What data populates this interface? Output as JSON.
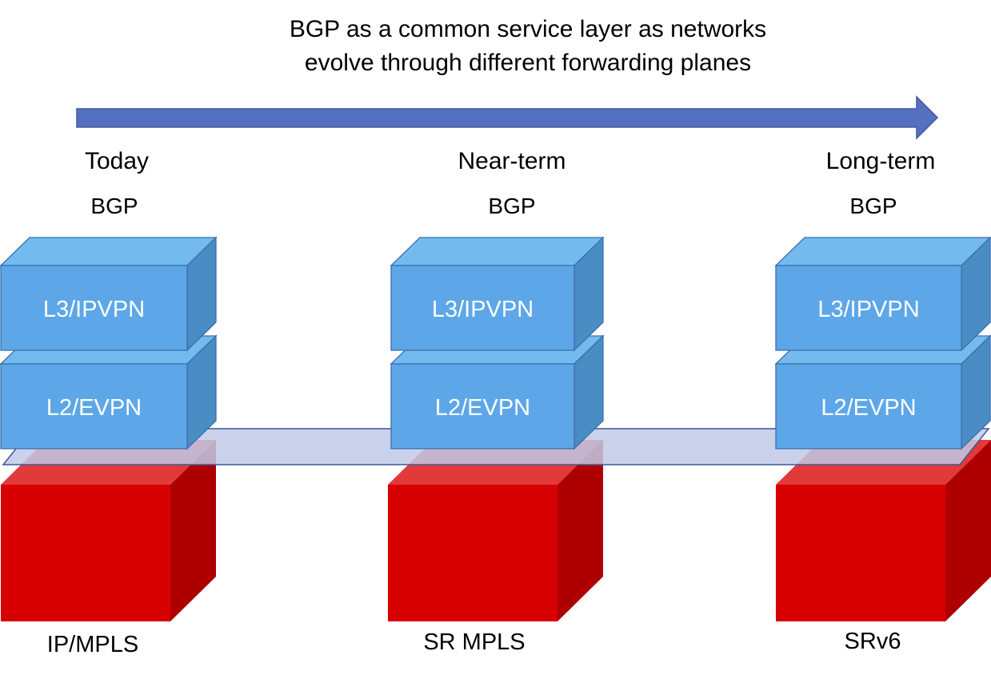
{
  "title": {
    "line1": "BGP as a common service layer as networks",
    "line2": "evolve through different forwarding planes"
  },
  "colors": {
    "timeline_arrow": "#5470C0",
    "service_box_front": "#5DA7E8",
    "service_box_top": "#73BBEF",
    "service_box_side": "#4A8CC4",
    "service_box_edge": "#3C6FAE",
    "forwarding_front": "#D70000",
    "forwarding_top": "#E23A3A",
    "forwarding_side": "#AE0000",
    "shared_plane": "#C1C9E6",
    "shared_plane_edge": "#3F569B"
  },
  "columns": [
    {
      "phase": "Today",
      "service_protocol": "BGP",
      "services": [
        "L3/IPVPN",
        "L2/EVPN"
      ],
      "forwarding_plane": "IP/MPLS"
    },
    {
      "phase": "Near-term",
      "service_protocol": "BGP",
      "services": [
        "L3/IPVPN",
        "L2/EVPN"
      ],
      "forwarding_plane": "SR MPLS"
    },
    {
      "phase": "Long-term",
      "service_protocol": "BGP",
      "services": [
        "L3/IPVPN",
        "L2/EVPN"
      ],
      "forwarding_plane": "SRv6"
    }
  ]
}
